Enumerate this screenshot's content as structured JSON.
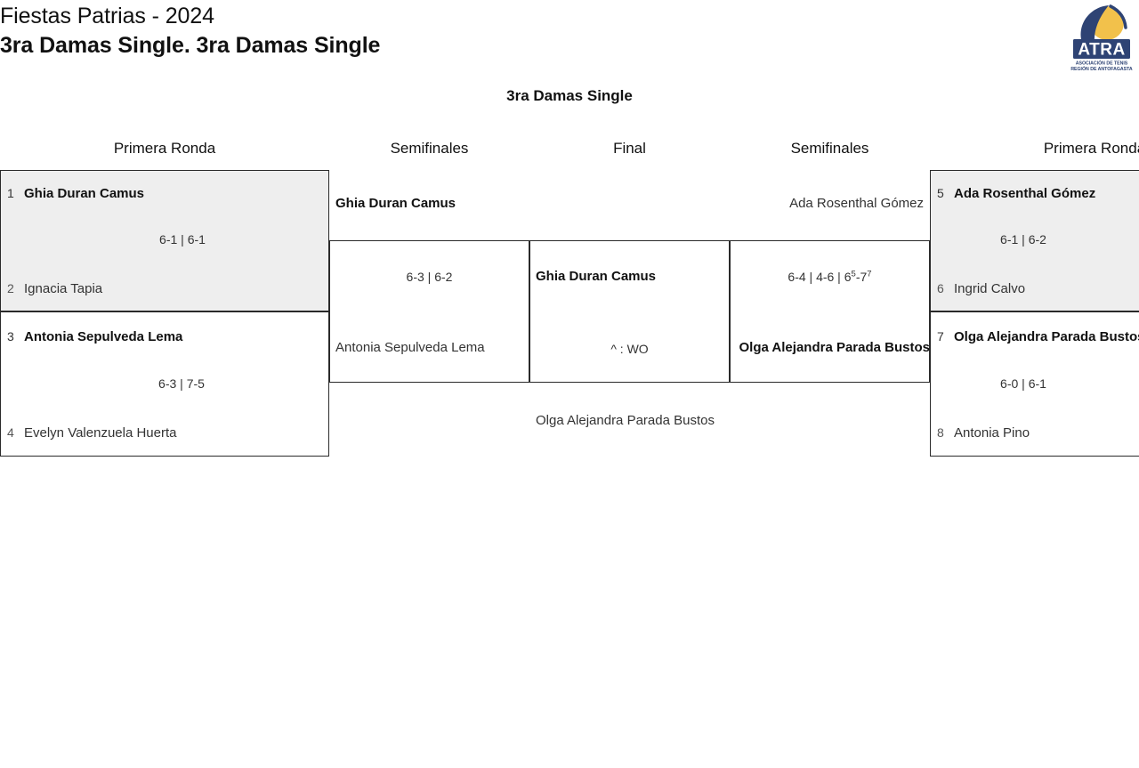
{
  "header": {
    "tournament": "Fiestas Patrias - 2024",
    "category": "3ra Damas Single. 3ra Damas Single",
    "logo": {
      "name": "ATRA",
      "subtitle_line1": "ASOCIACIÓN DE TENIS",
      "subtitle_line2": "REGIÓN DE ANTOFAGASTA",
      "ball_color": "#F2C14B",
      "swoosh_color": "#2E4374",
      "text_color": "#2E4374"
    }
  },
  "bracket": {
    "title": "3ra Damas Single",
    "round_headers": {
      "first_round_left": "Primera Ronda",
      "semifinal_left": "Semifinales",
      "final": "Final",
      "semifinal_right": "Semifinales",
      "first_round_right": "Primera Ronda"
    },
    "matches": {
      "m1": {
        "shaded": true,
        "top": {
          "seed": "1",
          "name": "Ghia Duran Camus",
          "winner": true
        },
        "bottom": {
          "seed": "2",
          "name": "Ignacia Tapia",
          "winner": false
        },
        "score": "6-1 | 6-1"
      },
      "m2": {
        "shaded": false,
        "top": {
          "seed": "3",
          "name": "Antonia Sepulveda Lema",
          "winner": true
        },
        "bottom": {
          "seed": "4",
          "name": "Evelyn Valenzuela Huerta",
          "winner": false
        },
        "score": "6-3 | 7-5"
      },
      "sf_left": {
        "top": {
          "name": "Ghia Duran Camus",
          "winner": true
        },
        "bottom": {
          "name": "Antonia Sepulveda Lema",
          "winner": false
        },
        "score": "6-3 | 6-2"
      },
      "final": {
        "top": {
          "name": "Ghia Duran Camus",
          "winner": true
        },
        "bottom": {
          "name": "Olga Alejandra Parada Bustos",
          "winner": false
        },
        "score": "^ : WO"
      },
      "sf_right": {
        "top": {
          "name": "Ada Rosenthal Gómez",
          "winner": false
        },
        "bottom": {
          "name": "Olga Alejandra Parada Bustos",
          "winner": true
        },
        "score_parts": {
          "set1": "6-4",
          "set2": "4-6",
          "set3_a": "6",
          "set3_a_sup": "5",
          "set3_b": "7",
          "set3_b_sup": "7"
        },
        "score_plain": "6-4 | 4-6 | 6(5)-7(7)"
      },
      "m3": {
        "shaded": true,
        "top": {
          "seed": "5",
          "name": "Ada Rosenthal Gómez",
          "winner": true
        },
        "bottom": {
          "seed": "6",
          "name": "Ingrid Calvo",
          "winner": false
        },
        "score": "6-1 | 6-2"
      },
      "m4": {
        "shaded": false,
        "top": {
          "seed": "7",
          "name": "Olga Alejandra Parada Bustos",
          "winner": true
        },
        "bottom": {
          "seed": "8",
          "name": "Antonia Pino",
          "winner": false
        },
        "score": "6-0 | 6-1"
      }
    }
  }
}
